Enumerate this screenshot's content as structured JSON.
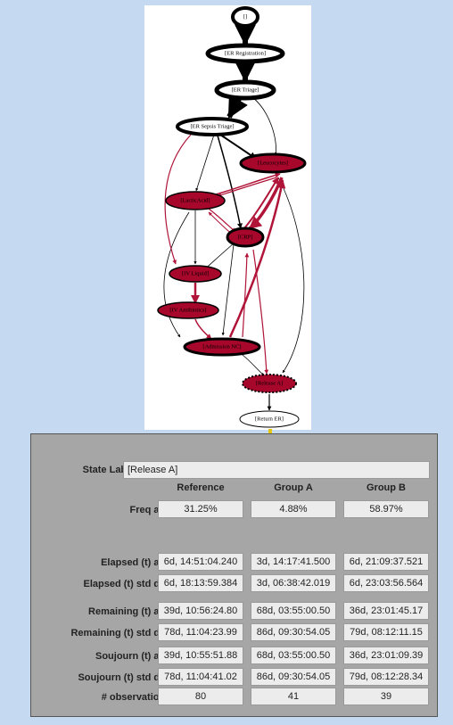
{
  "graph": {
    "nodes": [
      {
        "id": "start",
        "label": "[]",
        "style": "start"
      },
      {
        "id": "er_reg",
        "label": "[ER Registration]",
        "style": "thick"
      },
      {
        "id": "er_triage",
        "label": "[ER Triage]",
        "style": "thick"
      },
      {
        "id": "er_sepsis",
        "label": "[ER Sepsis Triage]",
        "style": "thick"
      },
      {
        "id": "leucocytes",
        "label": "[Leucocytes]",
        "style": "red-thick"
      },
      {
        "id": "lactic",
        "label": "[LacticAcid]",
        "style": "red"
      },
      {
        "id": "crp",
        "label": "[CRP]",
        "style": "red-thick"
      },
      {
        "id": "iv_liquid",
        "label": "[IV Liquid]",
        "style": "red"
      },
      {
        "id": "iv_antib",
        "label": "[IV Antibiotics]",
        "style": "red"
      },
      {
        "id": "admission",
        "label": "[Admission NC]",
        "style": "red-thick"
      },
      {
        "id": "release_a",
        "label": "[Release A]",
        "style": "red-dotted"
      },
      {
        "id": "return_er",
        "label": "[Return ER]",
        "style": "white"
      }
    ],
    "colors": {
      "node_red": "#a6072a",
      "edge_red": "#b01438",
      "edge_dark": "#000000"
    }
  },
  "panel": {
    "state_label_caption": "State Label:",
    "state_label_value": "[Release A]",
    "columns": [
      "Reference",
      "Group A",
      "Group B"
    ],
    "rows": [
      {
        "label": "Freq avg:",
        "values": [
          "31.25%",
          "4.88%",
          "58.97%"
        ]
      },
      {
        "label": "Elapsed (t) avg:",
        "values": [
          "6d, 14:51:04.240",
          "3d, 14:17:41.500",
          "6d, 21:09:37.521"
        ]
      },
      {
        "label": "Elapsed (t) std dev:",
        "values": [
          "6d, 18:13:59.384",
          "3d, 06:38:42.019",
          "6d, 23:03:56.564"
        ]
      },
      {
        "label": "Remaining (t) avg:",
        "values": [
          "39d, 10:56:24.80",
          "68d, 03:55:00.50",
          "36d, 23:01:45.17"
        ]
      },
      {
        "label": "Remaining (t) std dev:",
        "values": [
          "78d, 11:04:23.99",
          "86d, 09:30:54.05",
          "79d, 08:12:11.15"
        ]
      },
      {
        "label": "Soujourn (t) avg:",
        "values": [
          "39d, 10:55:51.88",
          "68d, 03:55:00.50",
          "36d, 23:01:09.39"
        ]
      },
      {
        "label": "Soujourn (t) std dev:",
        "values": [
          "78d, 11:04:41.02",
          "86d, 09:30:54.05",
          "79d, 08:12:28.34"
        ]
      },
      {
        "label": "# observations:",
        "values": [
          "80",
          "41",
          "39"
        ]
      }
    ]
  }
}
